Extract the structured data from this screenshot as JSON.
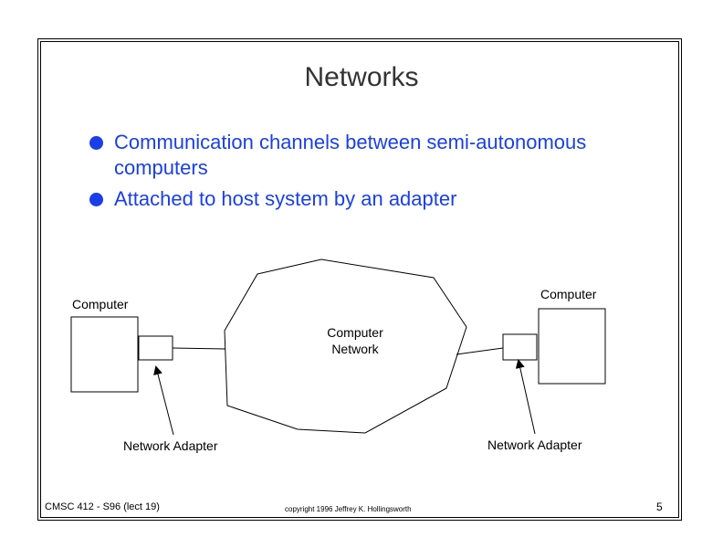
{
  "slide": {
    "title": "Networks",
    "bullets": [
      "Communication channels between semi-autonomous computers",
      "Attached to host system by an adapter"
    ],
    "accent_color": "#1a3fe8"
  },
  "diagram": {
    "left_computer_label": "Computer",
    "right_computer_label": "Computer",
    "network_label_line1": "Computer",
    "network_label_line2": "Network",
    "left_adapter_label": "Network Adapter",
    "right_adapter_label": "Network Adapter"
  },
  "footer": {
    "course": "CMSC 412 - S96  (lect 19)",
    "copyright": "copyright 1996  Jeffrey K. Hollingsworth",
    "page_number": "5"
  }
}
